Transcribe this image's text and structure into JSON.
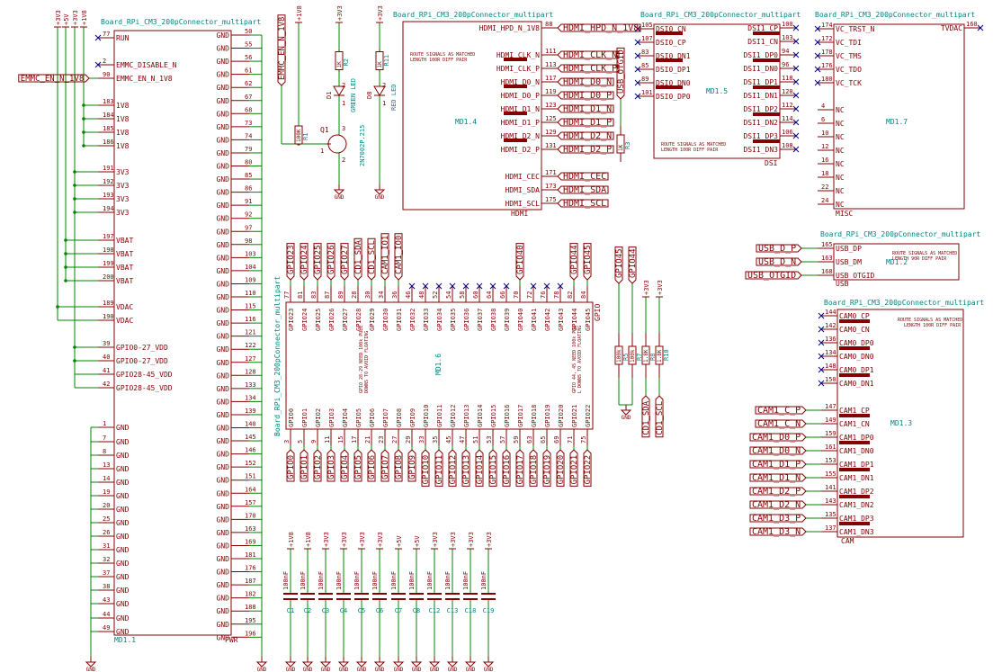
{
  "sheet": {
    "colors": {
      "body": "#840000",
      "wire": "#008400",
      "ref": "#008484",
      "text": "#840000",
      "nc": "#000084",
      "bg": "#ffffff"
    }
  },
  "pwr": {
    "title": "Board_RPi_CM3_200pConnector_multipart",
    "ref": "MD1.1",
    "unit": "PWR",
    "left_pins": [
      {
        "num": "77",
        "name": "RUN",
        "nc": true
      },
      {
        "num": "2",
        "name": "EMMC_DISABLE_N",
        "nc": true
      },
      {
        "num": "90",
        "name": "EMMC_EN_N_1V8"
      },
      {
        "num": "183",
        "name": "1V8"
      },
      {
        "num": "184",
        "name": "1V8"
      },
      {
        "num": "185",
        "name": "1V8"
      },
      {
        "num": "186",
        "name": "1V8"
      },
      {
        "num": "191",
        "name": "3V3"
      },
      {
        "num": "192",
        "name": "3V3"
      },
      {
        "num": "193",
        "name": "3V3"
      },
      {
        "num": "194",
        "name": "3V3"
      },
      {
        "num": "197",
        "name": "VBAT"
      },
      {
        "num": "198",
        "name": "VBAT"
      },
      {
        "num": "199",
        "name": "VBAT"
      },
      {
        "num": "200",
        "name": "VBAT"
      },
      {
        "num": "189",
        "name": "VDAC"
      },
      {
        "num": "190",
        "name": "VDAC"
      },
      {
        "num": "39",
        "name": "GPIO0-27_VDD"
      },
      {
        "num": "40",
        "name": "GPIO0-27_VDD"
      },
      {
        "num": "41",
        "name": "GPIO28-45_VDD"
      },
      {
        "num": "42",
        "name": "GPIO28-45_VDD"
      },
      {
        "num": "1",
        "name": "GND"
      },
      {
        "num": "7",
        "name": "GND"
      },
      {
        "num": "8",
        "name": "GND"
      },
      {
        "num": "13",
        "name": "GND"
      },
      {
        "num": "14",
        "name": "GND"
      },
      {
        "num": "19",
        "name": "GND"
      },
      {
        "num": "20",
        "name": "GND"
      },
      {
        "num": "25",
        "name": "GND"
      },
      {
        "num": "26",
        "name": "GND"
      },
      {
        "num": "31",
        "name": "GND"
      },
      {
        "num": "32",
        "name": "GND"
      },
      {
        "num": "37",
        "name": "GND"
      },
      {
        "num": "38",
        "name": "GND"
      },
      {
        "num": "43",
        "name": "GND"
      },
      {
        "num": "44",
        "name": "GND"
      },
      {
        "num": "49",
        "name": "GND"
      }
    ],
    "right_nums": [
      "50",
      "55",
      "56",
      "61",
      "62",
      "67",
      "68",
      "73",
      "74",
      "79",
      "80",
      "85",
      "86",
      "91",
      "92",
      "97",
      "98",
      "103",
      "104",
      "109",
      "110",
      "115",
      "116",
      "121",
      "122",
      "127",
      "128",
      "133",
      "134",
      "139",
      "140",
      "145",
      "146",
      "152",
      "151",
      "164",
      "157",
      "170",
      "163",
      "169",
      "181",
      "176",
      "187",
      "182",
      "188",
      "195",
      "196"
    ],
    "right_name": "GND",
    "power_labels": [
      "+3V3",
      "+5V",
      "+3V3",
      "+1V8"
    ],
    "net_label": "EMMC_EN_N_1V8"
  },
  "led": {
    "labels": {
      "net": "EMMC_EN_N_1V8",
      "r1": "R1",
      "r1_val": "100K",
      "r2": "R2",
      "r2_val": "1K",
      "r11": "R11",
      "r11_val": "1K",
      "d1": "D1",
      "d1_val": "GREEN LED",
      "d8": "D8",
      "d8_val": "RED LED",
      "q1": "Q1",
      "q1_val": "2N7002P.215",
      "p1v8": "+1V8",
      "p3v3a": "+3V3",
      "p3v3b": "+3V3",
      "gnd": "GND"
    },
    "pins": {
      "k1": "1",
      "a2": "2",
      "q1": "1",
      "q2": "2",
      "q3": "3"
    }
  },
  "hdmi": {
    "title": "Board_RPi_CM3_200pConnector_multipart",
    "note": "ROUTE SIGNALS AS MATCHED LENGTH 100R DIFF PAIR",
    "ref": "MD1.4",
    "unit": "HDMI",
    "pins": [
      {
        "num": "88",
        "name": "HDMI_HPD_N_1V8",
        "label": "HDMI_HPD_N_1V8"
      },
      {
        "num": "111",
        "name": "HDMI_CLK_N",
        "label": "HDMI_CLK_N"
      },
      {
        "num": "113",
        "name": "HDMI_CLK_P",
        "label": "HDMI_CLK_P"
      },
      {
        "num": "117",
        "name": "HDMI_D0_N",
        "label": "HDMI_D0_N"
      },
      {
        "num": "119",
        "name": "HDMI_D0_P",
        "label": "HDMI_D0_P"
      },
      {
        "num": "123",
        "name": "HDMI_D1_N",
        "label": "HDMI_D1_N"
      },
      {
        "num": "125",
        "name": "HDMI_D1_P",
        "label": "HDMI_D1_P"
      },
      {
        "num": "129",
        "name": "HDMI_D2_N",
        "label": "HDMI_D2_N"
      },
      {
        "num": "131",
        "name": "HDMI_D2_P",
        "label": "HDMI_D2_P"
      },
      {
        "num": "171",
        "name": "HDMI_CEC",
        "label": "HDMI_CEC"
      },
      {
        "num": "173",
        "name": "HDMI_SDA",
        "label": "HDMI_SDA"
      },
      {
        "num": "175",
        "name": "HDMI_SCL",
        "label": "HDMI_SCL"
      }
    ],
    "vlabel": "USB_OTGID",
    "r3": "R3",
    "r3_val": "1K"
  },
  "dsi": {
    "title": "Board_RPi_CM3_200pConnector_multipart",
    "note": "ROUTE SIGNALS AS MATCHED LENGTH 100R DIFF PAIR",
    "ref": "MD1.5",
    "unit": "DSI",
    "left": [
      {
        "num": "105",
        "name": "DSI0_CN"
      },
      {
        "num": "107",
        "name": "DSI0_CP"
      },
      {
        "num": "83",
        "name": "DSI0_DN1"
      },
      {
        "num": "85",
        "name": "DSI0_DP1"
      },
      {
        "num": "89",
        "name": "DSI0_DN0"
      },
      {
        "num": "101",
        "name": "DSI0_DP0"
      }
    ],
    "right": [
      {
        "num": "100",
        "name": "DSI1_CP"
      },
      {
        "num": "103",
        "name": "DSI1_CN"
      },
      {
        "num": "94",
        "name": "DSI1_DP0"
      },
      {
        "num": "96",
        "name": "DSI1_DN0"
      },
      {
        "num": "118",
        "name": "DSI1_DP1"
      },
      {
        "num": "120",
        "name": "DSI1_DN1"
      },
      {
        "num": "112",
        "name": "DSI1_DP2"
      },
      {
        "num": "114",
        "name": "DSI1_DN2"
      },
      {
        "num": "106",
        "name": "DSI1_DP3"
      },
      {
        "num": "108",
        "name": "DSI1_DN3"
      }
    ]
  },
  "misc": {
    "title": "Board_RPi_CM3_200pConnector_multipart",
    "ref": "MD1.7",
    "unit": "MISC",
    "left": [
      {
        "num": "174",
        "name": "VC_TRST_N"
      },
      {
        "num": "172",
        "name": "VC_TDI"
      },
      {
        "num": "178",
        "name": "VC_TMS"
      },
      {
        "num": "176",
        "name": "VC_TDO"
      },
      {
        "num": "180",
        "name": "VC_TCK"
      },
      {
        "num": "4",
        "name": "NC"
      },
      {
        "num": "6",
        "name": "NC"
      },
      {
        "num": "10",
        "name": "NC"
      },
      {
        "num": "12",
        "name": "NC"
      },
      {
        "num": "16",
        "name": "NC"
      },
      {
        "num": "18",
        "name": "NC"
      },
      {
        "num": "22",
        "name": "NC"
      },
      {
        "num": "24",
        "name": "NC"
      }
    ],
    "right_name": "TVDAC",
    "right_num": "160"
  },
  "usb": {
    "title": "Board_RPi_CM3_200pConnector_multipart",
    "note": "ROUTE SIGNALS AS MATCHED LENGTH 90R DIFF PAIR",
    "ref": "MD1.2",
    "unit": "USB",
    "pins": [
      {
        "num": "165",
        "name": "USB_DP",
        "label": "USB_D_P"
      },
      {
        "num": "163",
        "name": "USB_DM",
        "label": "USB_D_N"
      },
      {
        "num": "168",
        "name": "USB_OTGID",
        "label": "USB_OTGID"
      }
    ]
  },
  "gpio": {
    "title": "Board_RPi_CM3_200pConnector_multipart",
    "ref": "MD1.6",
    "unit": "GPIO",
    "note_left": "GPIO 28-29 NEED 100k PULL DOWNS TO AVOID FLOATING",
    "note_right": "GPIO 44, 45 NEED 100k PULL DOWNS TO AVOID FLOATING",
    "top_pins": [
      {
        "num": "77",
        "name": "GPIO23",
        "label": "GPIO23"
      },
      {
        "num": "81",
        "name": "GPIO24",
        "label": "GPIO24"
      },
      {
        "num": "83",
        "name": "GPIO25",
        "label": "GPIO25"
      },
      {
        "num": "87",
        "name": "GPIO26",
        "label": "GPIO26"
      },
      {
        "num": "89",
        "name": "GPIO27",
        "label": "GPIO27"
      },
      {
        "num": "28",
        "name": "GPIO28",
        "label": "CD1_SDA"
      },
      {
        "num": "30",
        "name": "GPIO29",
        "label": "CD1_SCL"
      },
      {
        "num": "34",
        "name": "GPIO30",
        "label": "CAM1_IO1"
      },
      {
        "num": "36",
        "name": "GPIO31",
        "label": "CAM1_IO0"
      },
      {
        "num": "46",
        "name": "GPIO32",
        "nc": true
      },
      {
        "num": "48",
        "name": "GPIO33",
        "nc": true
      },
      {
        "num": "52",
        "name": "GPIO34",
        "nc": true
      },
      {
        "num": "54",
        "name": "GPIO35",
        "nc": true
      },
      {
        "num": "58",
        "name": "GPIO36",
        "nc": true
      },
      {
        "num": "60",
        "name": "GPIO37",
        "nc": true
      },
      {
        "num": "64",
        "name": "GPIO38",
        "nc": true
      },
      {
        "num": "66",
        "name": "GPIO39",
        "nc": true
      },
      {
        "num": "70",
        "name": "GPIO40",
        "label": "GPIO40"
      },
      {
        "num": "72",
        "name": "GPIO41",
        "nc": true
      },
      {
        "num": "76",
        "name": "GPIO42",
        "nc": true
      },
      {
        "num": "78",
        "name": "GPIO43",
        "nc": true
      },
      {
        "num": "82",
        "name": "GPIO44",
        "label": "GPIO44"
      },
      {
        "num": "84",
        "name": "GPIO45",
        "label": "GPIO45"
      }
    ],
    "bottom_pins": [
      {
        "num": "3",
        "name": "GPIO0"
      },
      {
        "num": "5",
        "name": "GPIO1"
      },
      {
        "num": "9",
        "name": "GPIO2"
      },
      {
        "num": "11",
        "name": "GPIO3"
      },
      {
        "num": "15",
        "name": "GPIO4"
      },
      {
        "num": "17",
        "name": "GPIO5"
      },
      {
        "num": "21",
        "name": "GPIO6"
      },
      {
        "num": "23",
        "name": "GPIO7"
      },
      {
        "num": "27",
        "name": "GPIO8"
      },
      {
        "num": "29",
        "name": "GPIO9"
      },
      {
        "num": "33",
        "name": "GPIO10"
      },
      {
        "num": "35",
        "name": "GPIO11"
      },
      {
        "num": "45",
        "name": "GPIO12"
      },
      {
        "num": "47",
        "name": "GPIO13"
      },
      {
        "num": "51",
        "name": "GPIO14"
      },
      {
        "num": "53",
        "name": "GPIO15"
      },
      {
        "num": "57",
        "name": "GPIO16"
      },
      {
        "num": "59",
        "name": "GPIO17"
      },
      {
        "num": "63",
        "name": "GPIO18"
      },
      {
        "num": "65",
        "name": "GPIO19"
      },
      {
        "num": "69",
        "name": "GPIO20"
      },
      {
        "num": "71",
        "name": "GPIO21"
      },
      {
        "num": "75",
        "name": "GPIO22"
      }
    ],
    "pullups": {
      "labels": [
        "GPIO45",
        "GPIO44",
        "CD1_SDA",
        "CD1_SCL"
      ],
      "resistors": [
        "R5",
        "R7",
        "R8",
        "R10"
      ],
      "values": [
        "100k",
        "100k",
        "1.8K",
        "1.8K"
      ],
      "power": [
        "+3V3",
        "+3V3"
      ]
    }
  },
  "caps": {
    "items": [
      {
        "ref": "C1",
        "val": "100nF",
        "pwr": "+1V8"
      },
      {
        "ref": "C2",
        "val": "100nF",
        "pwr": "+1V8"
      },
      {
        "ref": "C3",
        "val": "100nF",
        "pwr": "+3V3"
      },
      {
        "ref": "C4",
        "val": "100nF",
        "pwr": "+3V3"
      },
      {
        "ref": "C5",
        "val": "100nF",
        "pwr": "+3V3"
      },
      {
        "ref": "C6",
        "val": "100nF",
        "pwr": "+3V3"
      },
      {
        "ref": "C7",
        "val": "100nF",
        "pwr": "+5V"
      },
      {
        "ref": "C8",
        "val": "100nF",
        "pwr": "+5V"
      },
      {
        "ref": "C12",
        "val": "100nF",
        "pwr": "+3V3"
      },
      {
        "ref": "C13",
        "val": "100nF",
        "pwr": "+3V3"
      },
      {
        "ref": "C18",
        "val": "100nF",
        "pwr": "+3V3"
      },
      {
        "ref": "C19",
        "val": "100nF",
        "pwr": "+3V3"
      }
    ],
    "gnd": "GND"
  },
  "cam": {
    "title": "Board_RPi_CM3_200pConnector_multipart",
    "note": "ROUTE SIGNALS AS MATCHED LENGTH 100R DIFF PAIR",
    "ref": "MD1.3",
    "unit": "CAM",
    "nc_pins": [
      {
        "num": "144",
        "name": "CAM0_CP"
      },
      {
        "num": "142",
        "name": "CAM0_CN"
      },
      {
        "num": "136",
        "name": "CAM0_DP0"
      },
      {
        "num": "134",
        "name": "CAM0_DN0"
      },
      {
        "num": "148",
        "name": "CAM0_DP1"
      },
      {
        "num": "150",
        "name": "CAM0_DN1"
      }
    ],
    "pins": [
      {
        "num": "147",
        "name": "CAM1_CP",
        "label": "CAM1_C_P"
      },
      {
        "num": "149",
        "name": "CAM1_CN",
        "label": "CAM1_C_N"
      },
      {
        "num": "159",
        "name": "CAM1_DP0",
        "label": "CAM1_D0_P"
      },
      {
        "num": "161",
        "name": "CAM1_DN0",
        "label": "CAM1_D0_N"
      },
      {
        "num": "153",
        "name": "CAM1_DP1",
        "label": "CAM1_D1_P"
      },
      {
        "num": "155",
        "name": "CAM1_DN1",
        "label": "CAM1_D1_N"
      },
      {
        "num": "141",
        "name": "CAM1_DP2",
        "label": "CAM1_D2_P"
      },
      {
        "num": "143",
        "name": "CAM1_DN2",
        "label": "CAM1_D2_N"
      },
      {
        "num": "135",
        "name": "CAM1_DP3",
        "label": "CAM1_D3_P"
      },
      {
        "num": "137",
        "name": "CAM1_DN3",
        "label": "CAM1_D3_N"
      }
    ]
  }
}
